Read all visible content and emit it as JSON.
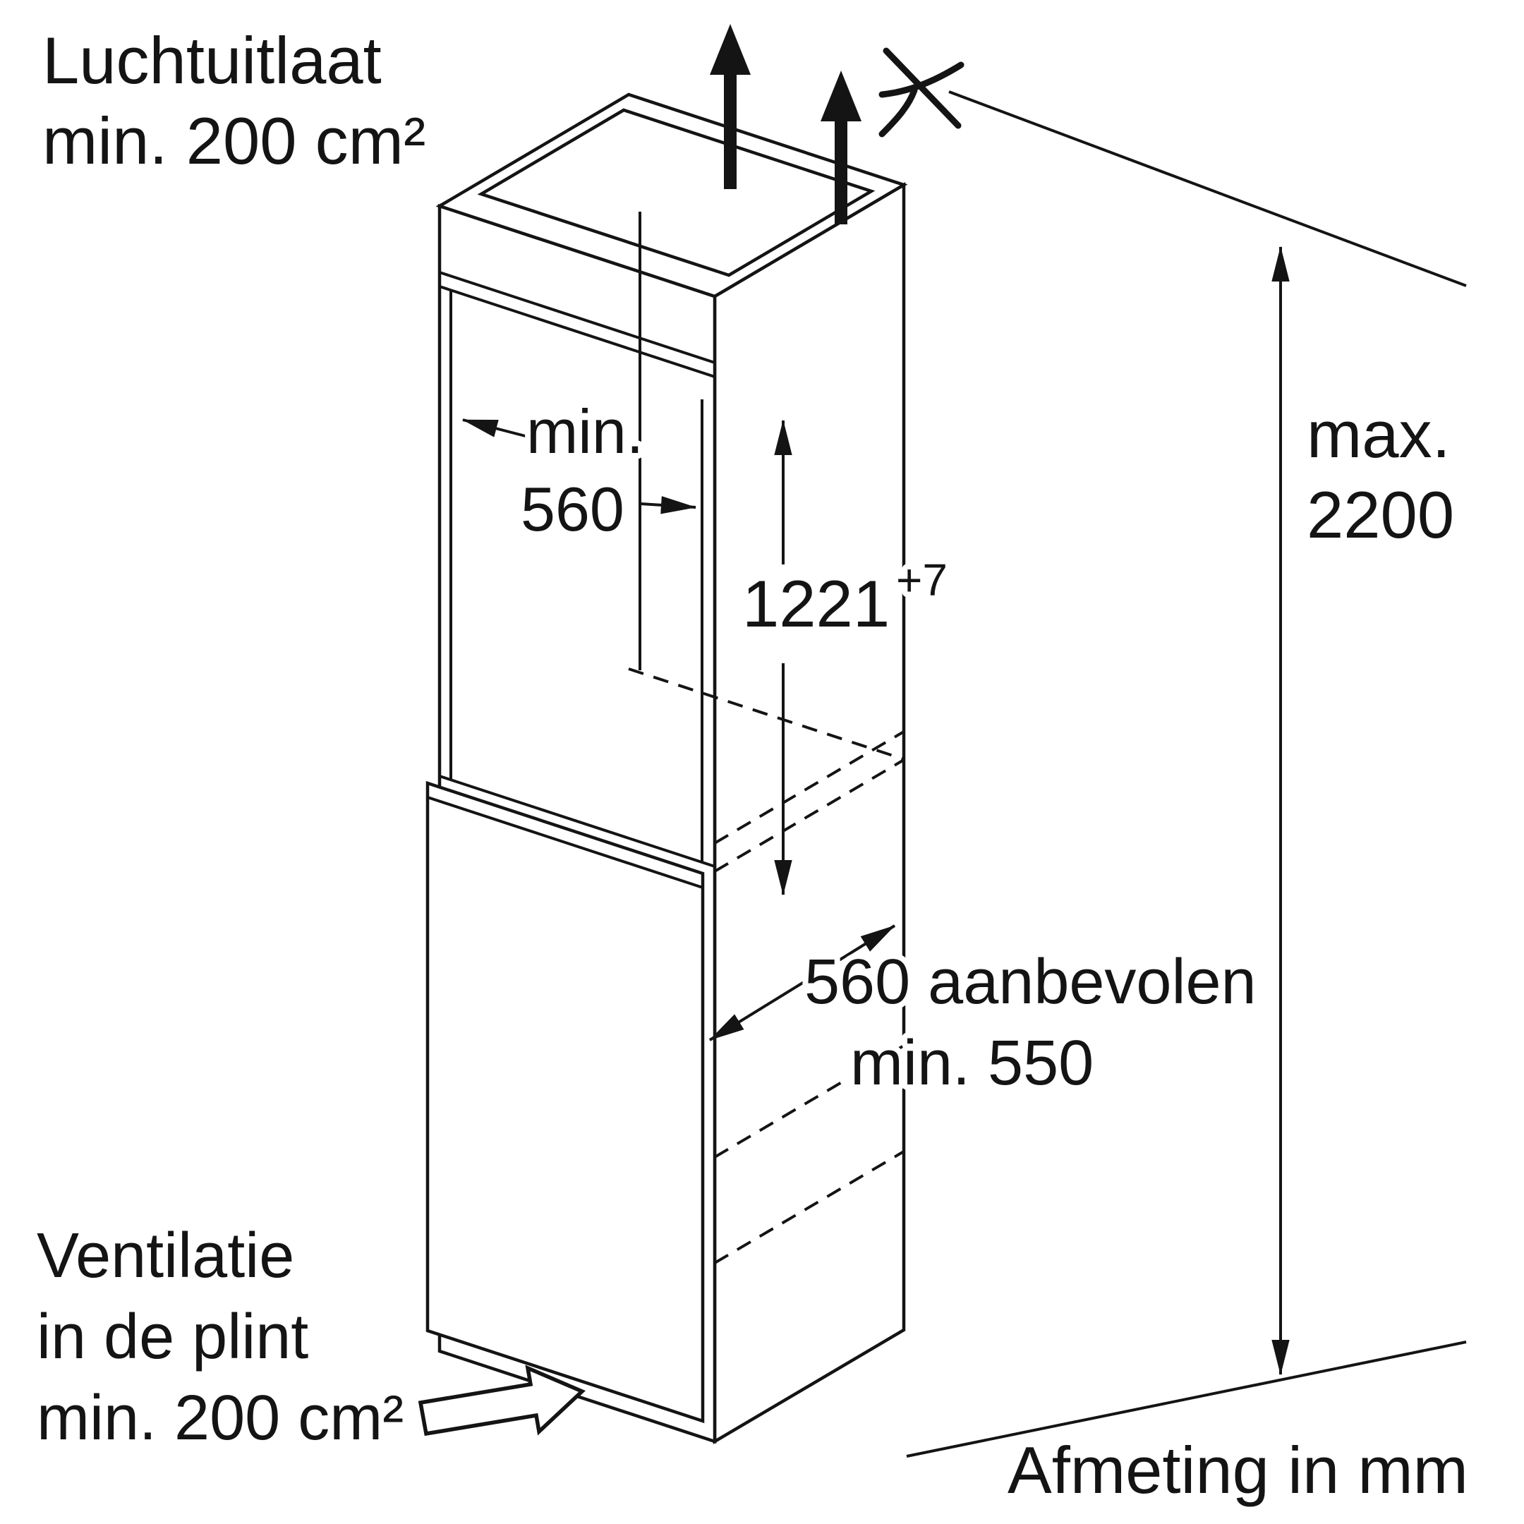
{
  "diagram": {
    "title_semantic": "built-in appliance niche installation drawing",
    "colors": {
      "background": "#ffffff",
      "line": "#141414"
    },
    "units_note": "Afmeting in mm",
    "air_outlet": {
      "line1": "Luchtuitlaat",
      "line2": "min. 200 cm²"
    },
    "niche_width": {
      "line1": "min.",
      "line2": "560"
    },
    "niche_height": {
      "value": "1221",
      "tolerance": "+7"
    },
    "max_height": {
      "line1": "max.",
      "line2": "2200"
    },
    "depth": {
      "line1": "560 aanbevolen",
      "line2": "min. 550"
    },
    "plinth_vent": {
      "line1": "Ventilatie",
      "line2": "in de plint",
      "line3": "min. 200 cm²"
    }
  }
}
